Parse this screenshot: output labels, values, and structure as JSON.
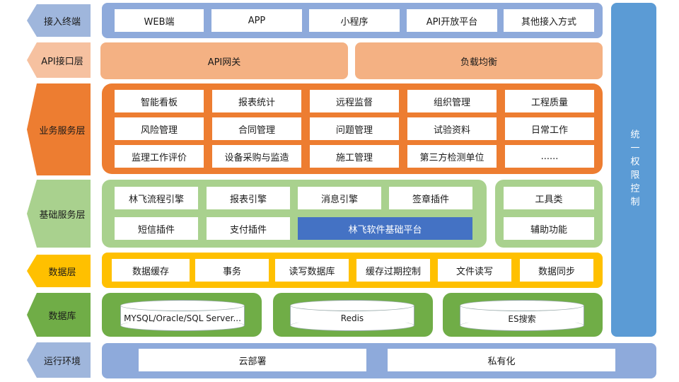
{
  "layers": {
    "access": "接入终端",
    "api": "API接口层",
    "business": "业务服务层",
    "foundation": "基础服务层",
    "data": "数据层",
    "database": "数据库",
    "runtime": "运行环境"
  },
  "access_items": [
    "WEB端",
    "APP",
    "小程序",
    "API开放平台",
    "其他接入方式"
  ],
  "api_items": [
    "API网关",
    "负载均衡"
  ],
  "business_items": [
    [
      "智能看板",
      "报表统计",
      "远程监督",
      "组织管理",
      "工程质量"
    ],
    [
      "风险管理",
      "合同管理",
      "问题管理",
      "试验资料",
      "日常工作"
    ],
    [
      "监理工作评价",
      "设备采购与监造",
      "施工管理",
      "第三方检测单位",
      "......"
    ]
  ],
  "foundation_items": {
    "row1": [
      "林飞流程引擎",
      "报表引擎",
      "消息引擎",
      "签章插件"
    ],
    "row2": [
      "短信插件",
      "支付插件"
    ],
    "platform": "林飞软件基础平台",
    "tools": [
      "工具类",
      "辅助功能"
    ]
  },
  "data_items": [
    "数据缓存",
    "事务",
    "读写数据库",
    "缓存过期控制",
    "文件读写",
    "数据同步"
  ],
  "database_items": [
    "MYSQL/Oracle/SQL Server...",
    "Redis",
    "ES搜索"
  ],
  "runtime_items": [
    "云部署",
    "私有化"
  ],
  "side_panel": "统一权限控制",
  "colors": {
    "access": "#8eaadb",
    "api": "#f4b183",
    "business": "#ed7d31",
    "foundation": "#a9d18e",
    "data": "#ffc000",
    "database": "#70ad47",
    "runtime": "#8eaadb",
    "side": "#5b9bd5",
    "platform": "#4472c4"
  }
}
